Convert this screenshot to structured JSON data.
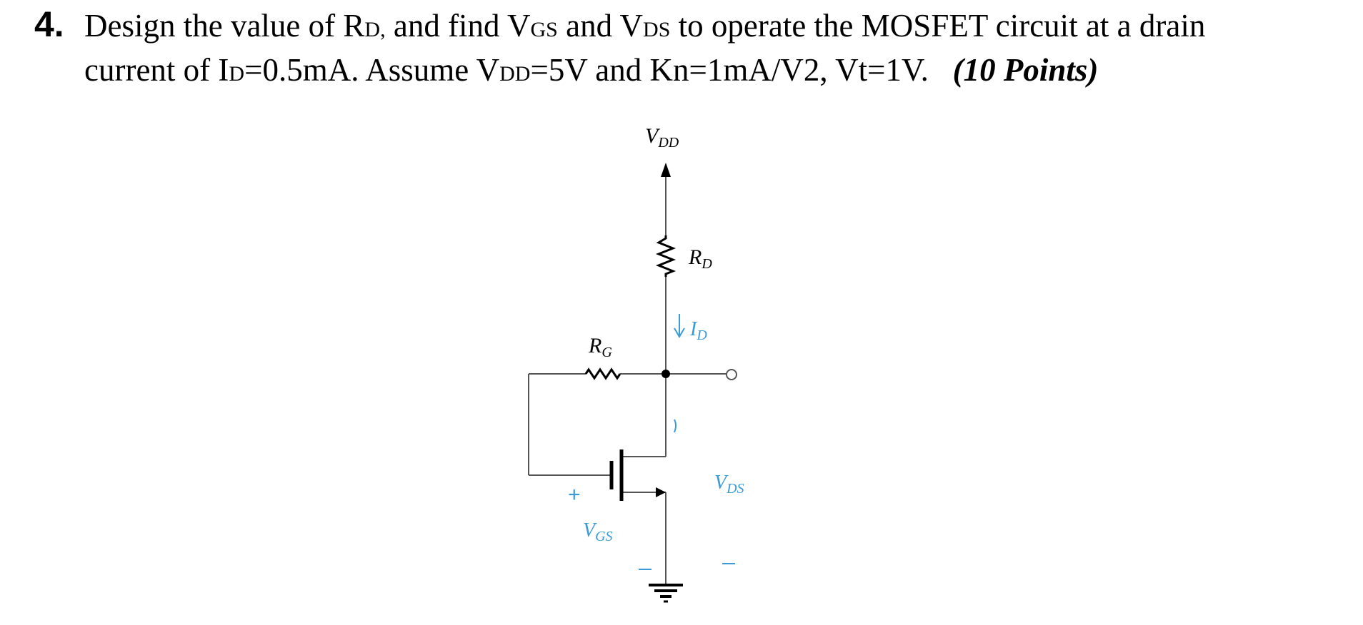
{
  "question": {
    "number": "4.",
    "line1": {
      "t1": "Design the value of R",
      "s1": "D,",
      "t2": " and find V",
      "s2": "GS",
      "t3": " and V",
      "s3": "DS",
      "t4": " to operate the MOSFET circuit at a drain"
    },
    "line2": {
      "t1": "current of I",
      "s1": "D",
      "t2": "=0.5mA. Assume V",
      "s2": "DD",
      "t3": "=5V and Kn=1mA/V2, Vt=1V.",
      "points": "(10 Points)"
    }
  },
  "circuit": {
    "vdd": {
      "main": "V",
      "sub": "DD"
    },
    "rd": {
      "main": "R",
      "sub": "D"
    },
    "id": {
      "main": "I",
      "sub": "D"
    },
    "rg": {
      "main": "R",
      "sub": "G"
    },
    "vds": {
      "main": "V",
      "sub": "DS",
      "plus": "",
      "minus": "|"
    },
    "vgs": {
      "main": "V",
      "sub": "GS",
      "plus": "+",
      "minus": "|"
    },
    "colors": {
      "wire": "#555555",
      "label_blue": "#3a9bd8",
      "text": "#000000"
    }
  }
}
